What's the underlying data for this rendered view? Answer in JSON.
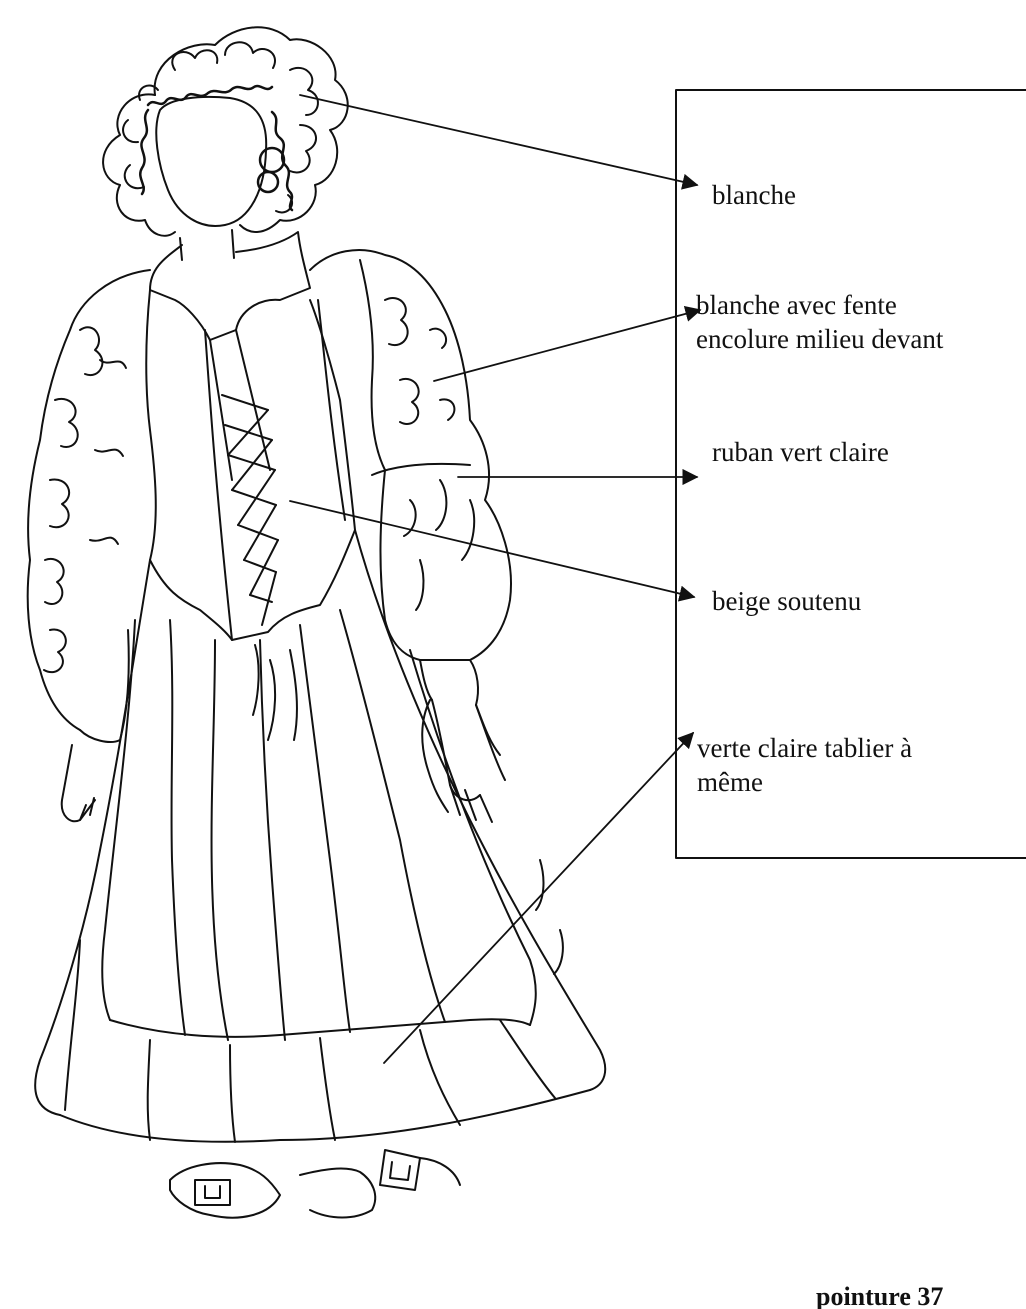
{
  "annotations": [
    {
      "id": "bonnet",
      "text": "blanche"
    },
    {
      "id": "chemise",
      "text": "blanche avec fente\nencolure milieu devant"
    },
    {
      "id": "ribbon",
      "text": "ruban vert claire"
    },
    {
      "id": "bodice",
      "text": "beige soutenu"
    },
    {
      "id": "skirt",
      "text": "verte claire tablier à\nmême"
    }
  ],
  "footer": {
    "size_label": "pointure 37"
  },
  "colors": {
    "line": "#111111",
    "background": "#ffffff"
  }
}
